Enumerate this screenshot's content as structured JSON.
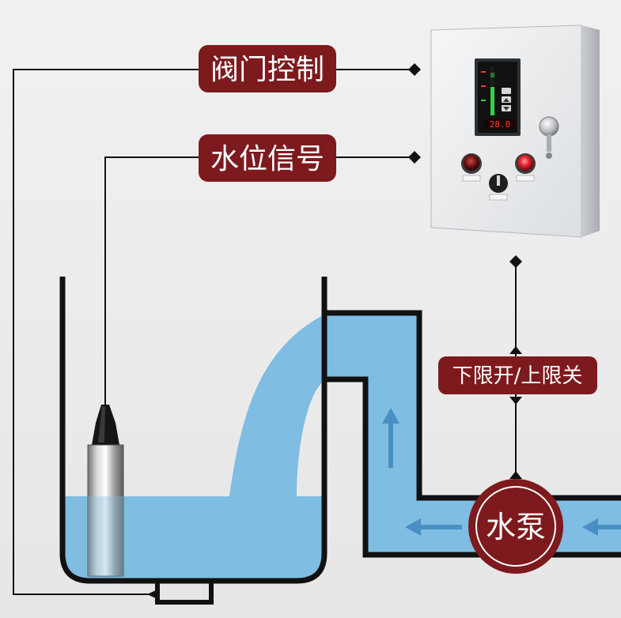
{
  "labels": {
    "valve_control": "阀门控制",
    "level_signal": "水位信号",
    "limit_rule": "下限开/上限关",
    "pump": "水泵"
  },
  "panel": {
    "display_reading": "28.0"
  },
  "colors": {
    "label_bg": "#7d1a1d",
    "water": "#7fbde2",
    "arrow": "#4a8fc4",
    "line": "#111111",
    "background": "#ececec"
  }
}
